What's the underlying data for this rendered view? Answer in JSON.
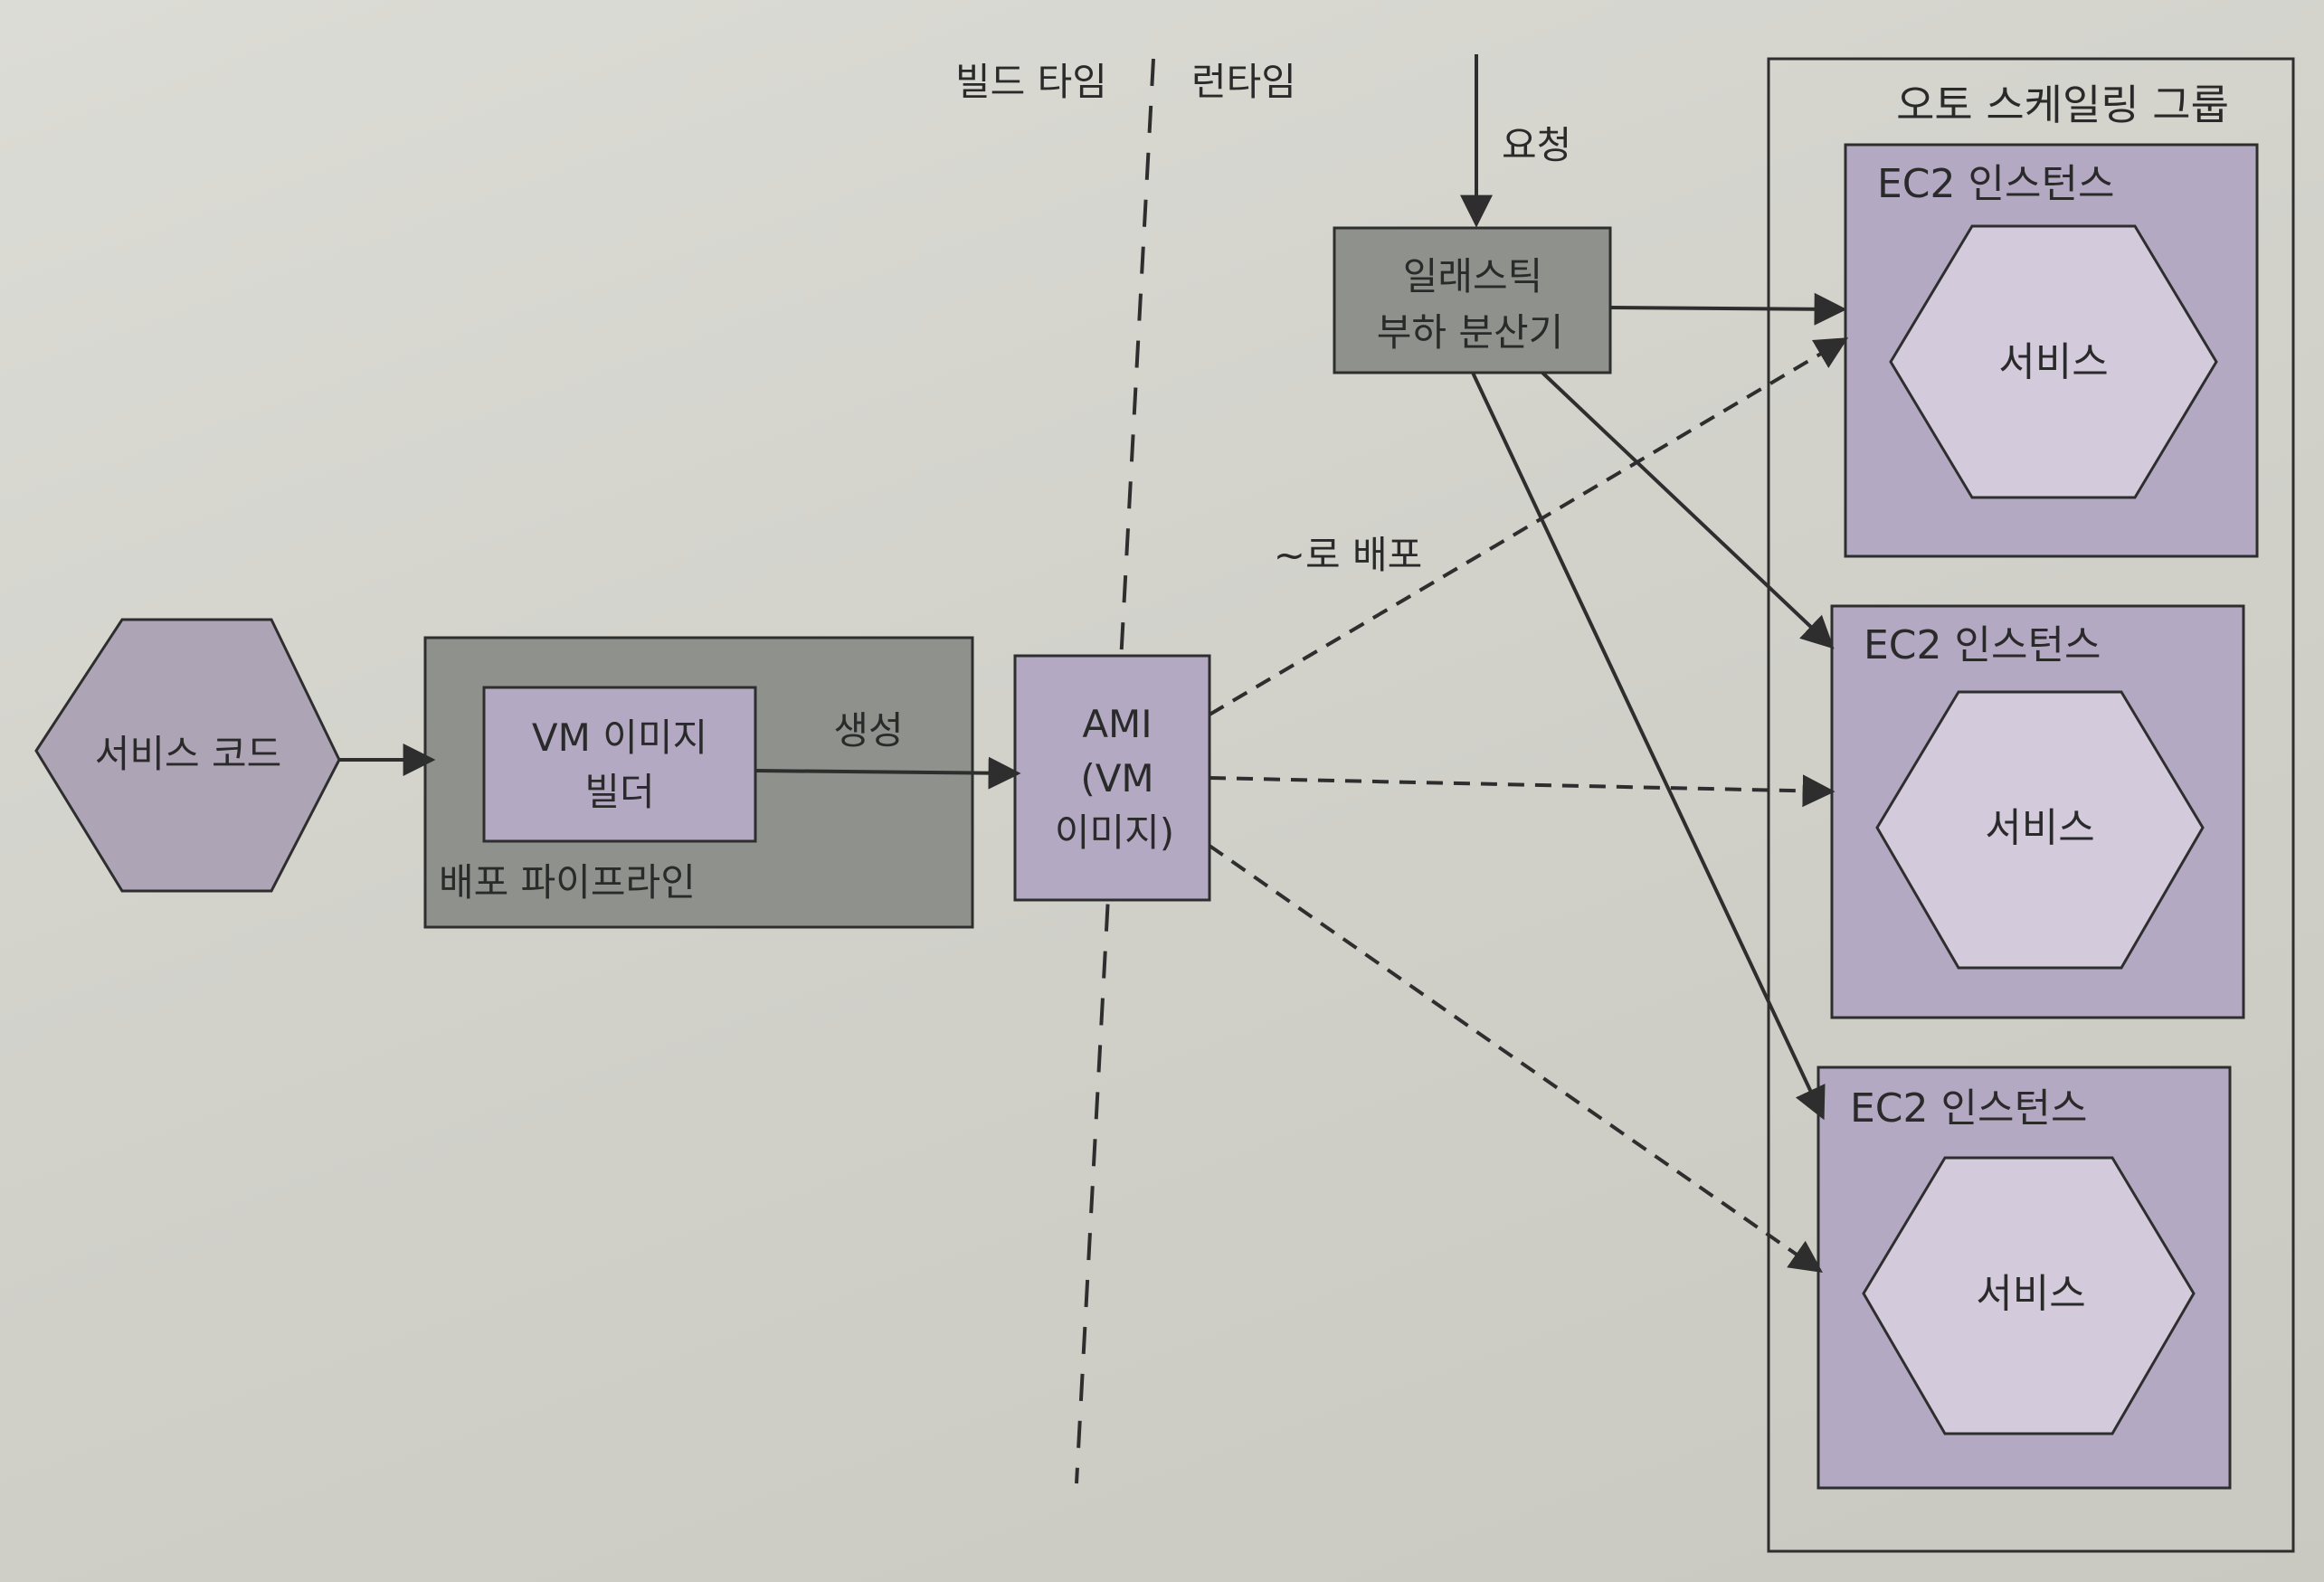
{
  "labels": {
    "build_time": "빌드 타임",
    "run_time": "런타임",
    "request": "요청",
    "deploy_to": "~로 배포",
    "creates": "생성"
  },
  "nodes": {
    "service_code": "서비스 코드",
    "pipeline": "배포 파이프라인",
    "builder_line1": "VM 이미지",
    "builder_line2": "빌더",
    "ami_line1": "AMI",
    "ami_line2": "(VM",
    "ami_line3": "이미지)",
    "elb_line1": "일래스틱",
    "elb_line2": "부하 분산기",
    "asg": "오토 스케일링 그룹",
    "ec2_1": "EC2 인스턴스",
    "ec2_2": "EC2 인스턴스",
    "ec2_3": "EC2 인스턴스",
    "service_1": "서비스",
    "service_2": "서비스",
    "service_3": "서비스"
  },
  "colors": {
    "background": "#d6d6d0",
    "purple_fill": "#b4a9c3",
    "light_purple_fill": "#d3cbdc",
    "gray_fill": "#8e918c",
    "hex_fill": "#ada4b6",
    "stroke": "#2e2e2e"
  }
}
